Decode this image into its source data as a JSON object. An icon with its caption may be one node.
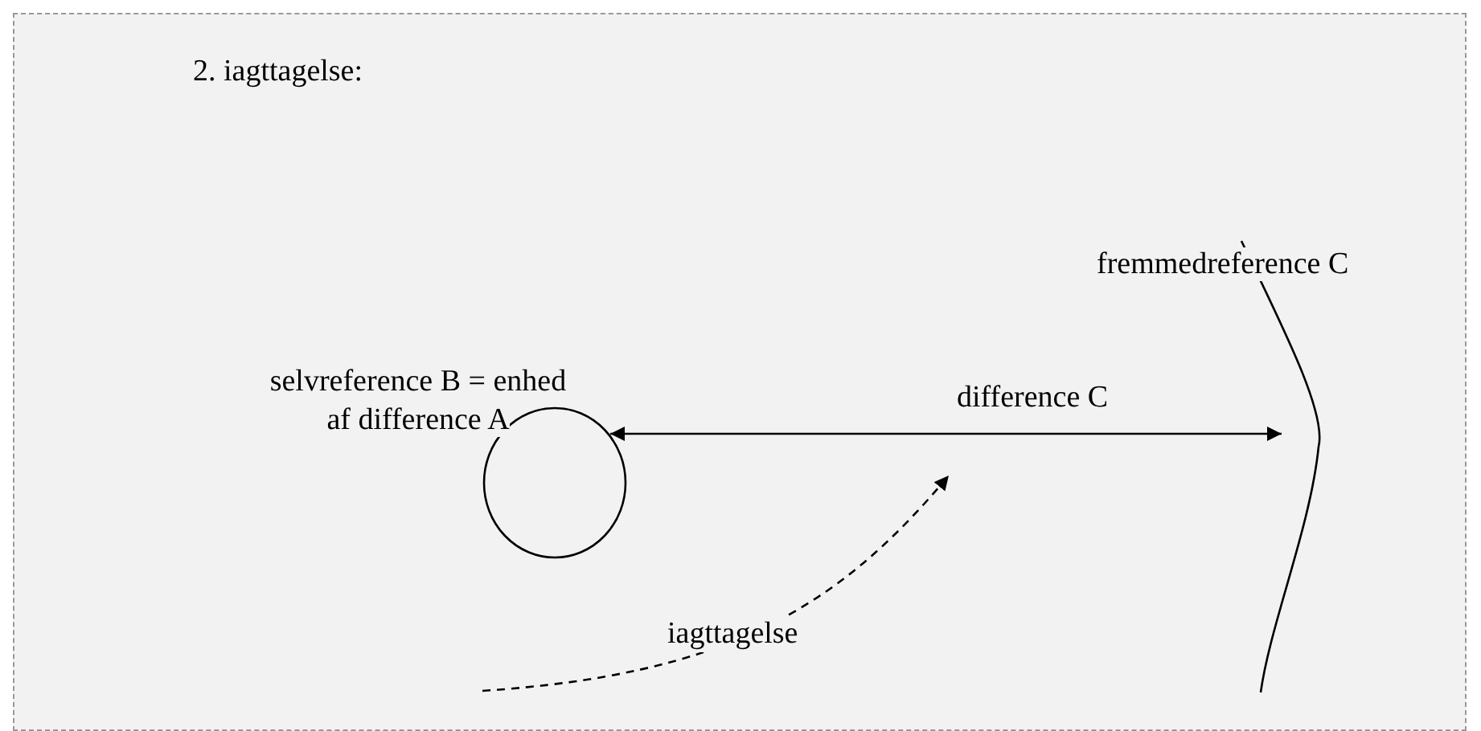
{
  "diagram": {
    "title": "2. iagttagelse:",
    "nodes": [
      {
        "text": [],
        "shape": "circle",
        "beside": [
          "selvreference B = enhed af difference A"
        ]
      },
      {
        "text": [],
        "shape": "curve",
        "beside": [
          "fremmedreference C"
        ]
      }
    ],
    "edges": [
      {
        "from": 0,
        "to": 1,
        "arrow": "both",
        "label": "difference C"
      }
    ],
    "labels": [
      "iagttagelse"
    ]
  }
}
